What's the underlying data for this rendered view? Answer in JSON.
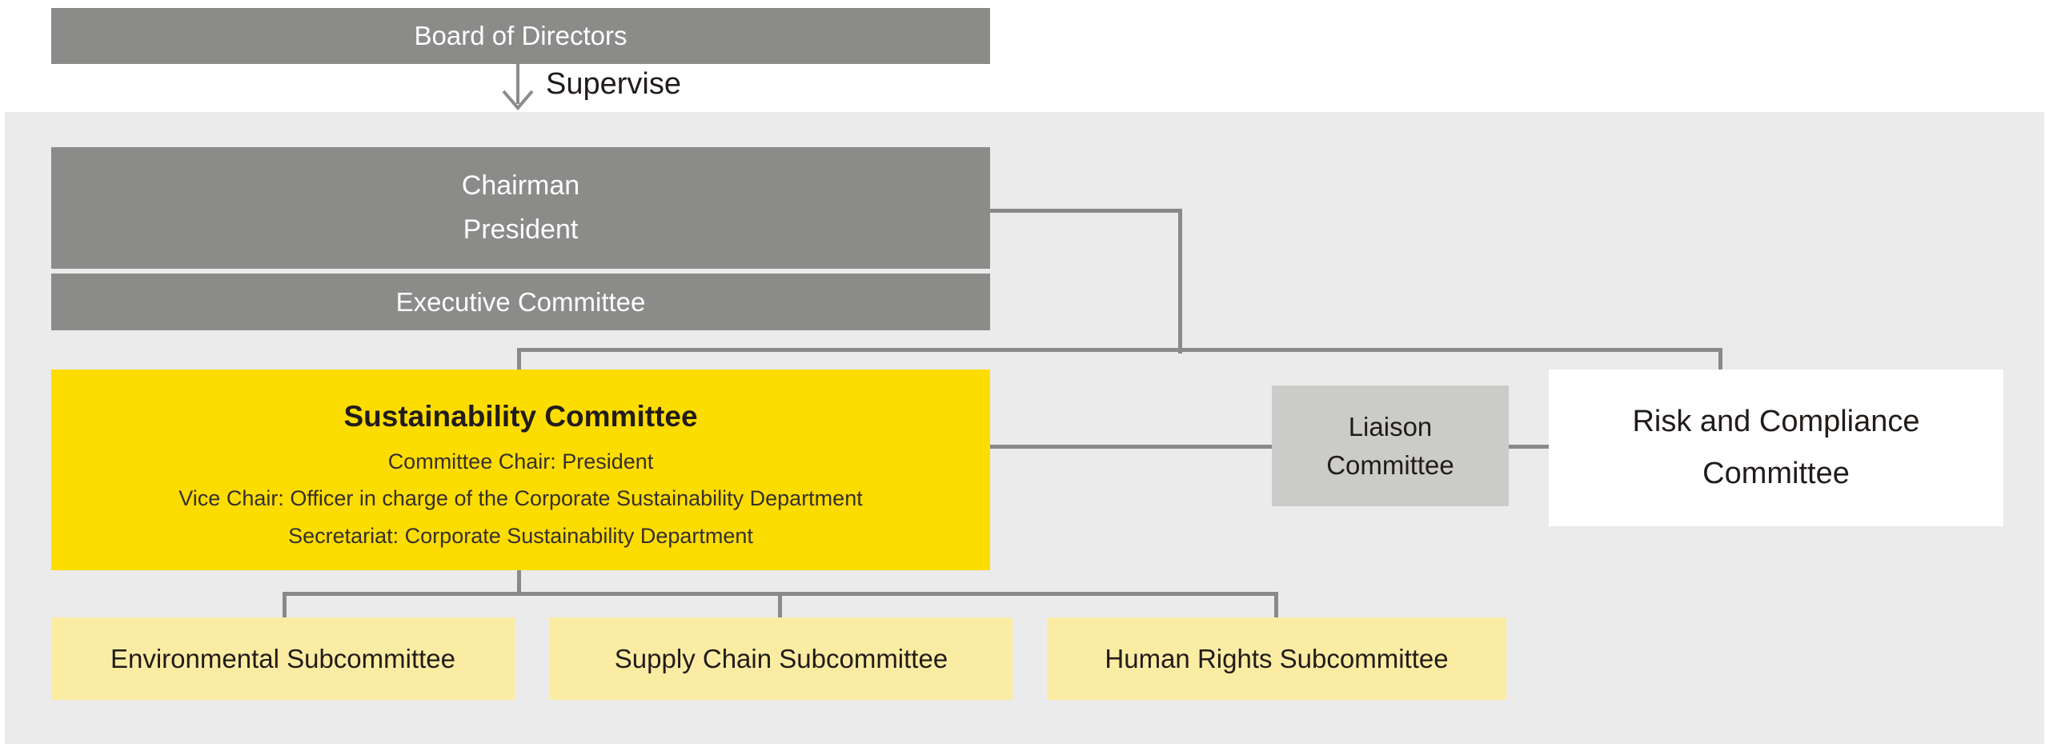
{
  "colors": {
    "panel_bg": "#ebebeb",
    "dark_gray_box": "#8b8b8a",
    "light_gray_box": "#cbcbca",
    "yellow_box": "#fddc00",
    "pale_yellow_box": "#fbeca3",
    "white_box": "#ffffff",
    "connector_line": "#898989",
    "text_dark": "#211c1a",
    "text_white": "#ffffff"
  },
  "nodes": {
    "board": {
      "label": "Board of Directors"
    },
    "supervise": {
      "label": "Supervise"
    },
    "chairman": {
      "line1": "Chairman",
      "line2": "President"
    },
    "executive": {
      "label": "Executive Committee"
    },
    "sustainability": {
      "title": "Sustainability Committee",
      "detail1": "Committee Chair: President",
      "detail2": "Vice Chair: Officer in charge of the Corporate Sustainability Department",
      "detail3": "Secretariat: Corporate Sustainability Department"
    },
    "liaison": {
      "line1": "Liaison",
      "line2": "Committee"
    },
    "risk_compliance": {
      "line1": "Risk and Compliance",
      "line2": "Committee"
    },
    "environmental": {
      "label": "Environmental Subcommittee"
    },
    "supply_chain": {
      "label": "Supply Chain Subcommittee"
    },
    "human_rights": {
      "label": "Human Rights Subcommittee"
    }
  }
}
